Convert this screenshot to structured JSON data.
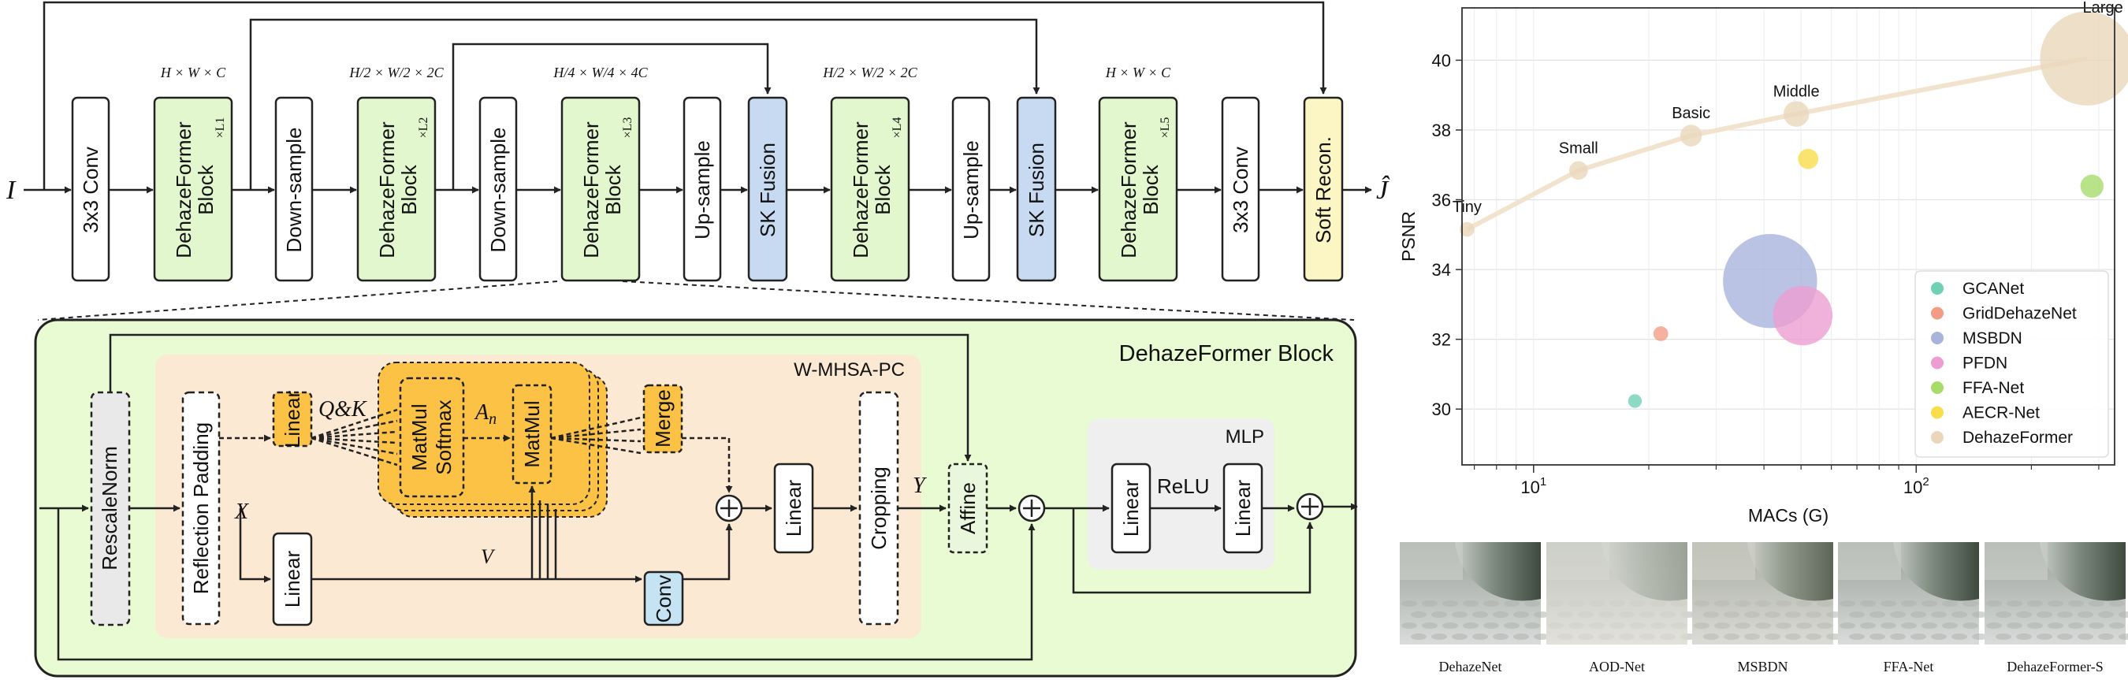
{
  "pipeline": {
    "input": "I",
    "output": "Ĵ",
    "blocks": [
      {
        "label": "3x3 Conv"
      },
      {
        "label": "DehazeFormer Block",
        "rep": "×L1",
        "dims": "H × W × C"
      },
      {
        "label": "Down-sample"
      },
      {
        "label": "DehazeFormer Block",
        "rep": "×L2",
        "dims": "H/2 × W/2 × 2C"
      },
      {
        "label": "Down-sample"
      },
      {
        "label": "DehazeFormer Block",
        "rep": "×L3",
        "dims": "H/4 × W/4 × 4C"
      },
      {
        "label": "Up-sample"
      },
      {
        "label": "SK Fusion"
      },
      {
        "label": "DehazeFormer Block",
        "rep": "×L4",
        "dims": "H/2 × W/2 × 2C"
      },
      {
        "label": "Up-sample"
      },
      {
        "label": "SK Fusion"
      },
      {
        "label": "DehazeFormer Block",
        "rep": "×L5",
        "dims": "H × W × C"
      },
      {
        "label": "3x3 Conv"
      },
      {
        "label": "Soft Recon."
      }
    ]
  },
  "block_detail": {
    "title": "DehazeFormer Block",
    "wmhsa_title": "W-MHSA-PC",
    "mlp_title": "MLP",
    "rescale_norm": "RescaleNorm",
    "reflection_padding": "Reflection Padding",
    "linear": "Linear",
    "matmul": "MatMul",
    "softmax": "Softmax",
    "merge": "Merge",
    "conv": "Conv",
    "cropping": "Cropping",
    "affine": "Affine",
    "relu": "ReLU",
    "sym_x": "X",
    "sym_y": "Y",
    "sym_v": "V",
    "sym_qk": "Q&K",
    "sym_an": "A",
    "sym_an_sub": "n"
  },
  "chart_data": {
    "type": "scatter",
    "xlabel": "MACs (G)",
    "ylabel": "PSNR",
    "xscale": "log",
    "xlim": [
      6.5,
      330
    ],
    "ylim": [
      28.4,
      41.5
    ],
    "yticks": [
      30,
      32,
      34,
      36,
      38,
      40
    ],
    "xticks": [
      {
        "v": 10,
        "base": "10",
        "exp": "1"
      },
      {
        "v": 100,
        "base": "10",
        "exp": "2"
      }
    ],
    "grid": true,
    "legend_position": "center-right",
    "series": [
      {
        "name": "GCANet",
        "color": "#6fd1b4",
        "points": [
          {
            "x": 18.4,
            "y": 30.23,
            "size": 0.5
          }
        ]
      },
      {
        "name": "GridDehazeNet",
        "color": "#f29c86",
        "points": [
          {
            "x": 21.5,
            "y": 32.16,
            "size": 0.6
          }
        ]
      },
      {
        "name": "MSBDN",
        "color": "#a9b4dc",
        "points": [
          {
            "x": 41.5,
            "y": 33.67,
            "size": 5.0
          }
        ]
      },
      {
        "name": "PFDN",
        "color": "#ec9ed2",
        "points": [
          {
            "x": 50.5,
            "y": 32.68,
            "size": 3.0
          }
        ]
      },
      {
        "name": "FFA-Net",
        "color": "#a8dc6a",
        "points": [
          {
            "x": 288,
            "y": 36.39,
            "size": 1.6
          }
        ]
      },
      {
        "name": "AECR-Net",
        "color": "#f9dd4b",
        "points": [
          {
            "x": 52.2,
            "y": 37.17,
            "size": 1.2
          }
        ]
      },
      {
        "name": "DehazeFormer",
        "color": "#ead7bb",
        "points": [
          {
            "x": 6.7,
            "y": 35.15,
            "size": 0.6,
            "label": "Tiny"
          },
          {
            "x": 13.1,
            "y": 36.84,
            "size": 1.0,
            "label": "Small"
          },
          {
            "x": 25.8,
            "y": 37.84,
            "size": 1.4,
            "label": "Basic"
          },
          {
            "x": 48.6,
            "y": 38.46,
            "size": 2.0,
            "label": "Middle"
          },
          {
            "x": 279.7,
            "y": 40.05,
            "size": 5.0,
            "label": "Large"
          }
        ]
      }
    ]
  },
  "thumbnails": [
    {
      "label": "DehazeNet"
    },
    {
      "label": "AOD-Net"
    },
    {
      "label": "MSBDN"
    },
    {
      "label": "FFA-Net"
    },
    {
      "label": "DehazeFormer-S"
    }
  ],
  "colors": {
    "block_green": "#e3f7cf",
    "sk_blue": "#c8daf2",
    "soft_recon": "#fbf6c4",
    "detail_bg": "#e8fbd2",
    "wmhsa_bg": "#fbe9d3",
    "orange": "#fbc246",
    "conv_blue": "#c5e3f3",
    "mlp_bg": "#efefef"
  }
}
